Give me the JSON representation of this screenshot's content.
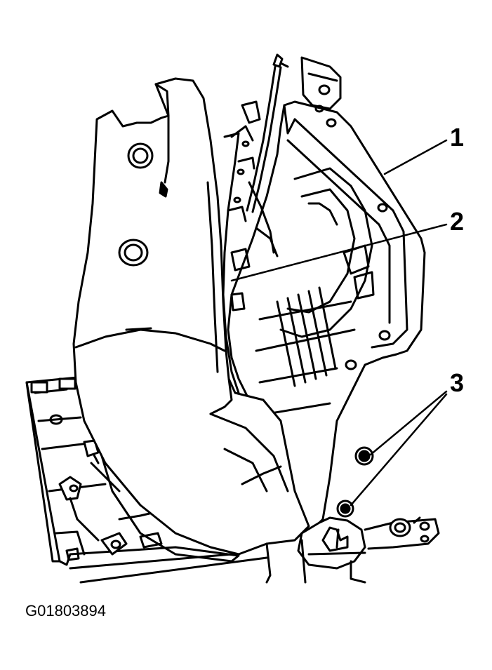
{
  "callouts": {
    "one": "1",
    "two": "2",
    "three": "3"
  },
  "figure_id": "G01803894",
  "colors": {
    "ink": "#000000",
    "paper": "#ffffff"
  }
}
